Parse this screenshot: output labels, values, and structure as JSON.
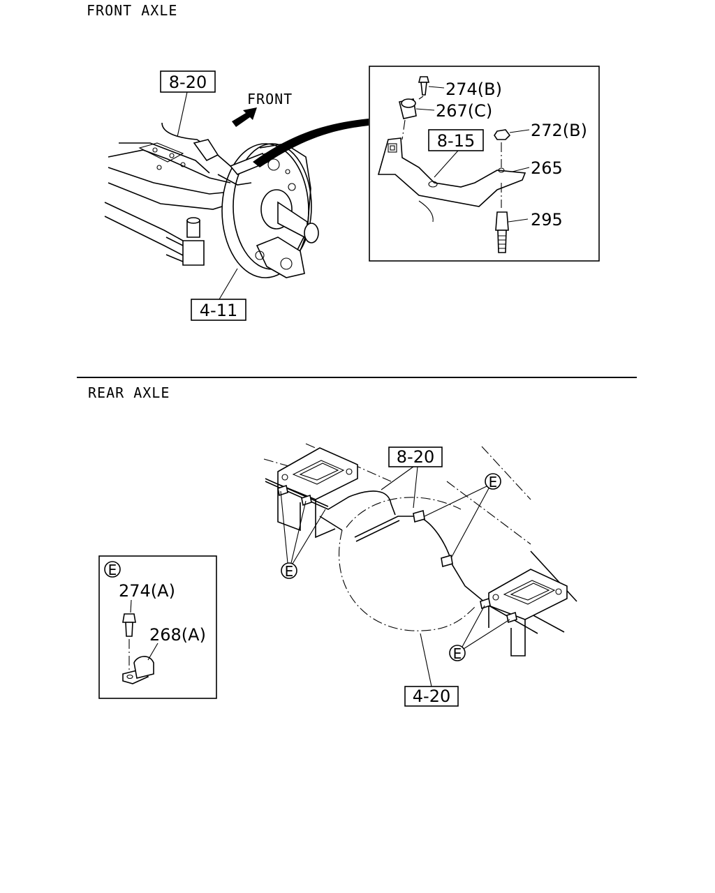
{
  "sections": {
    "front_title": "FRONT AXLE",
    "rear_title": "REAR AXLE"
  },
  "front": {
    "direction_label": "FRONT",
    "ref_boxes": {
      "brake_line": "8-20",
      "drum": "4-11",
      "hose": "8-15"
    },
    "parts": {
      "bolt": "274(B)",
      "clip": "267(C)",
      "nut": "272(B)",
      "bracket": "265",
      "stud": "295"
    }
  },
  "rear": {
    "ref_boxes": {
      "brake_line": "8-20",
      "axle": "4-20"
    },
    "callout_letter": "E",
    "detail": {
      "letter": "E",
      "bolt": "274(A)",
      "clip": "268(A)"
    }
  }
}
